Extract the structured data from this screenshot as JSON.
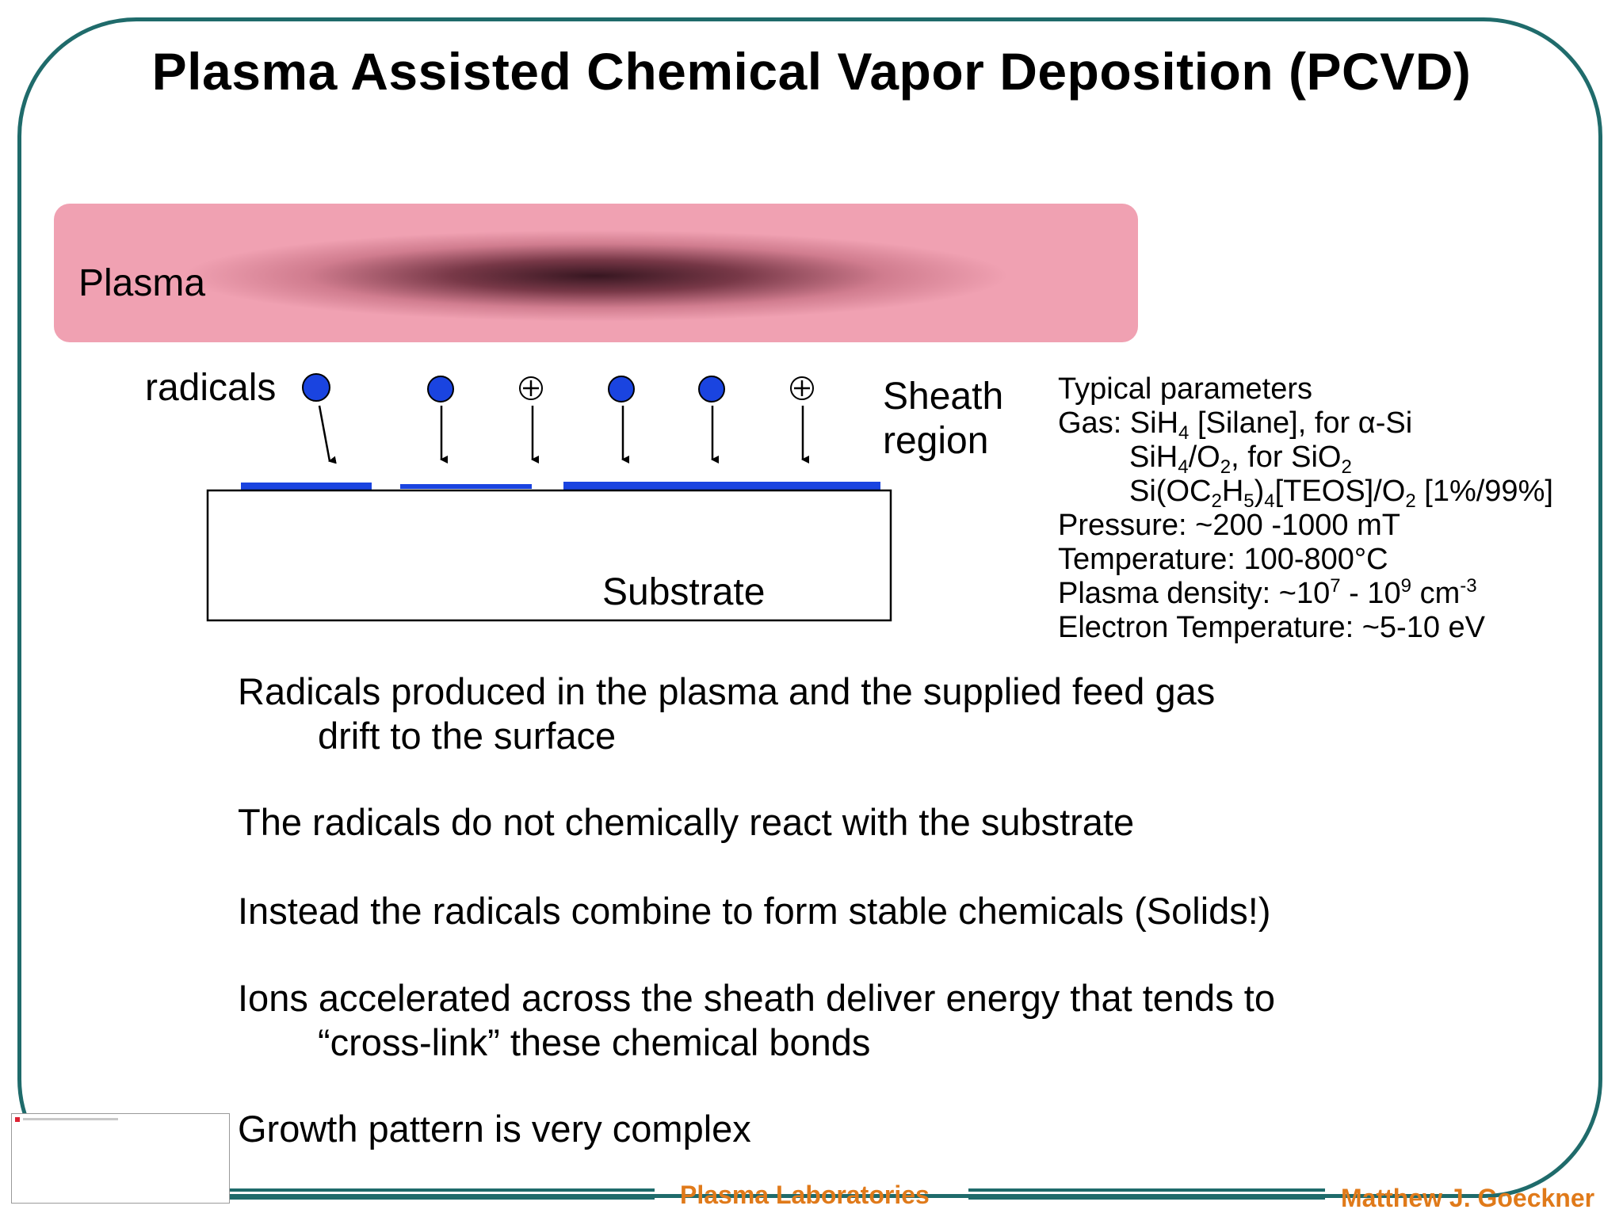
{
  "title": "Plasma Assisted Chemical Vapor Deposition (PCVD)",
  "diagram": {
    "plasma_label": "Plasma",
    "radicals_label": "radicals",
    "sheath_label_line1": "Sheath",
    "sheath_label_line2": "region",
    "substrate_label": "Substrate",
    "ion_symbol": "+",
    "colors": {
      "plasma": "#f0a1b2",
      "radical": "#1a44e0",
      "film": "#1a44e0",
      "frame": "#1f6b6b"
    }
  },
  "params": {
    "heading": "Typical parameters",
    "gas_prefix": "Gas: SiH",
    "gas_sub": "4",
    "gas_suffix": " [Silane], for α-Si",
    "gas2_a": "SiH",
    "gas2_sub1": "4",
    "gas2_b": "/O",
    "gas2_sub2": "2",
    "gas2_c": ", for SiO",
    "gas2_sub3": "2",
    "gas3_a": "Si(OC",
    "gas3_sub1": "2",
    "gas3_b": "H",
    "gas3_sub2": "5",
    "gas3_c": ")",
    "gas3_sub3": "4",
    "gas3_d": "[TEOS]/O",
    "gas3_sub4": "2",
    "gas3_e": " [1%/99%]",
    "pressure": "Pressure: ~200 -1000 mT",
    "temperature": "Temperature: 100-800°C",
    "density_a": "Plasma density: ~10",
    "density_sup1": "7",
    "density_b": " - 10",
    "density_sup2": "9",
    "density_c": " cm",
    "density_sup3": "-3",
    "electron_temp": "Electron Temperature: ~5-10 eV"
  },
  "bullets": {
    "b1_line1": "Radicals produced in the plasma and the supplied feed gas",
    "b1_line2": "drift to the surface",
    "b2": "The radicals do not chemically react with the substrate",
    "b3": "Instead the radicals combine to form stable chemicals (Solids!)",
    "b4_line1": "Ions accelerated across the sheath deliver energy that tends to",
    "b4_line2": "“cross-link” these chemical bonds",
    "b5": "Growth pattern is very complex"
  },
  "footer": {
    "lab": "Plasma Laboratories",
    "author": "Matthew J. Goeckner"
  }
}
